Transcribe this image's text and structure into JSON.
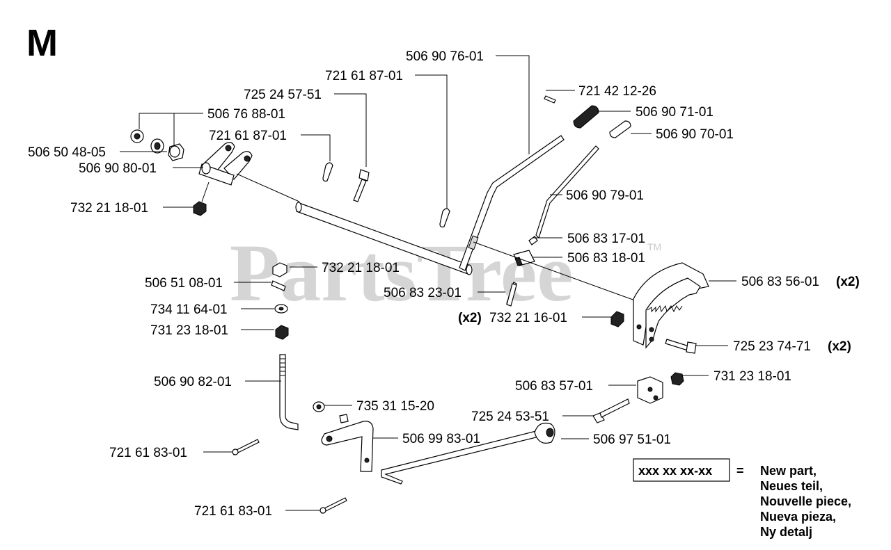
{
  "section_letter": "M",
  "watermark": "PartsTree",
  "watermark_tm": "TM",
  "labels": {
    "p_506907601": "506 90 76-01",
    "p_721618701_a": "721 61 87-01",
    "p_725245751": "725 24 57-51",
    "p_721421226": "721 42 12-26",
    "p_506907101": "506 90 71-01",
    "p_506768801": "506 76 88-01",
    "p_721618701_b": "721 61 87-01",
    "p_506907001": "506 90 70-01",
    "p_506504805": "506 50 48-05",
    "p_506908001": "506 90 80-01",
    "p_506907901": "506 90 79-01",
    "p_732211801_a": "732 21 18-01",
    "p_506831701": "506 83 17-01",
    "p_506831801": "506 83 18-01",
    "p_732211801_b": "732 21 18-01",
    "p_506510801": "506 51 08-01",
    "p_506835601": "506 83 56-01",
    "x2_a": "(x2)",
    "p_506832301": "506 83 23-01",
    "p_734116401": "734 11 64-01",
    "x2_b": "(x2)",
    "p_732211601": "732 21 16-01",
    "p_731231801_a": "731 23 18-01",
    "p_725237471": "725 23 74-71",
    "x2_c": "(x2)",
    "p_506908201": "506 90 82-01",
    "p_506835701": "506 83 57-01",
    "p_731231801_b": "731 23 18-01",
    "p_735311520": "735 31 15-20",
    "p_725245351": "725 24 53-51",
    "p_506998301": "506 99 83-01",
    "p_506975101": "506 97 51-01",
    "p_721618301_a": "721 61 83-01",
    "p_721618301_b": "721 61 83-01"
  },
  "legend": {
    "box_text": "xxx xx xx-xx",
    "equals": "=",
    "lines": [
      "New part,",
      "Neues teil,",
      "Nouvelle piece,",
      "Nueva pieza,",
      "Ny detalj"
    ]
  }
}
